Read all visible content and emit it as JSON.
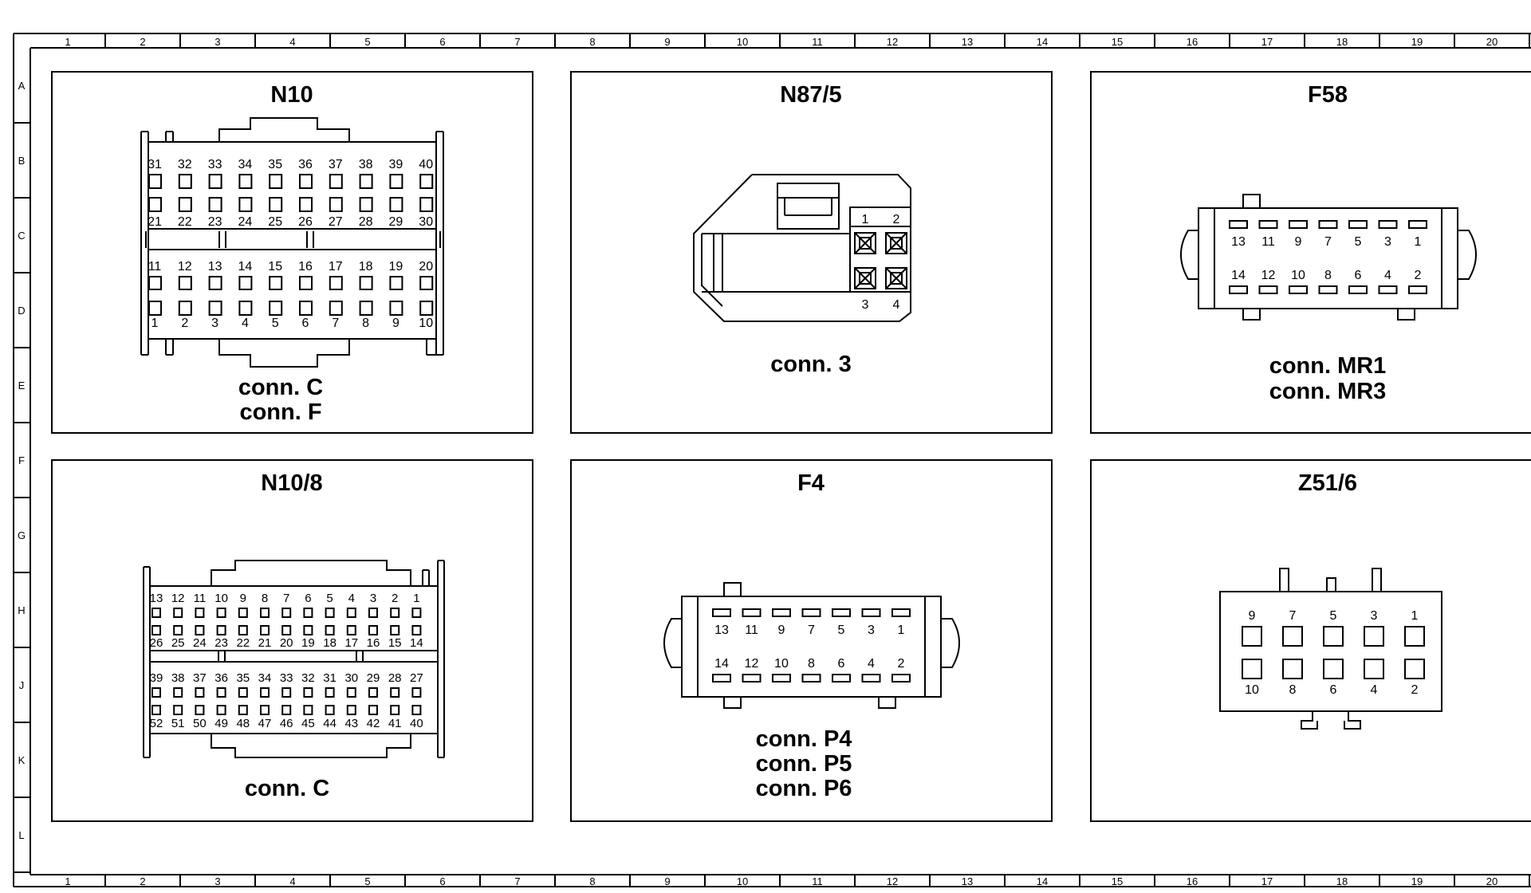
{
  "grid": {
    "columns": [
      "1",
      "2",
      "3",
      "4",
      "5",
      "6",
      "7",
      "8",
      "9",
      "10",
      "11",
      "12",
      "13",
      "14",
      "15",
      "16",
      "17",
      "18",
      "19",
      "20"
    ],
    "rows": [
      "A",
      "B",
      "C",
      "D",
      "E",
      "F",
      "G",
      "H",
      "J",
      "K",
      "L"
    ]
  },
  "panels": [
    {
      "id": "n10",
      "title": "N10",
      "conn_labels": [
        "conn. C",
        "conn. F"
      ]
    },
    {
      "id": "n87_5",
      "title": "N87/5",
      "conn_labels": [
        "conn. 3"
      ]
    },
    {
      "id": "f58",
      "title": "F58",
      "conn_labels": [
        "conn. MR1",
        "conn. MR3"
      ]
    },
    {
      "id": "n10_8",
      "title": "N10/8",
      "conn_labels": [
        "conn. C"
      ]
    },
    {
      "id": "f4",
      "title": "F4",
      "conn_labels": [
        "conn. P4",
        "conn. P5",
        "conn. P6"
      ]
    },
    {
      "id": "z51_6",
      "title": "Z51/6",
      "conn_labels": []
    }
  ],
  "pins": {
    "n10": {
      "row1": [
        "31",
        "32",
        "33",
        "34",
        "35",
        "36",
        "37",
        "38",
        "39",
        "40"
      ],
      "row2": [
        "21",
        "22",
        "23",
        "24",
        "25",
        "26",
        "27",
        "28",
        "29",
        "30"
      ],
      "row3": [
        "11",
        "12",
        "13",
        "14",
        "15",
        "16",
        "17",
        "18",
        "19",
        "20"
      ],
      "row4": [
        "1",
        "2",
        "3",
        "4",
        "5",
        "6",
        "7",
        "8",
        "9",
        "10"
      ]
    },
    "n87_5": {
      "top": [
        "1",
        "2"
      ],
      "bottom": [
        "3",
        "4"
      ]
    },
    "f58": {
      "top": [
        "13",
        "11",
        "9",
        "7",
        "5",
        "3",
        "1"
      ],
      "bottom": [
        "14",
        "12",
        "10",
        "8",
        "6",
        "4",
        "2"
      ]
    },
    "n10_8": {
      "row1": [
        "13",
        "12",
        "11",
        "10",
        "9",
        "8",
        "7",
        "6",
        "5",
        "4",
        "3",
        "2",
        "1"
      ],
      "row2": [
        "26",
        "25",
        "24",
        "23",
        "22",
        "21",
        "20",
        "19",
        "18",
        "17",
        "16",
        "15",
        "14"
      ],
      "row3": [
        "39",
        "38",
        "37",
        "36",
        "35",
        "34",
        "33",
        "32",
        "31",
        "30",
        "29",
        "28",
        "27"
      ],
      "row4": [
        "52",
        "51",
        "50",
        "49",
        "48",
        "47",
        "46",
        "45",
        "44",
        "43",
        "42",
        "41",
        "40"
      ]
    },
    "f4": {
      "top": [
        "13",
        "11",
        "9",
        "7",
        "5",
        "3",
        "1"
      ],
      "bottom": [
        "14",
        "12",
        "10",
        "8",
        "6",
        "4",
        "2"
      ]
    },
    "z51_6": {
      "top": [
        "9",
        "7",
        "5",
        "3",
        "1"
      ],
      "bottom": [
        "10",
        "8",
        "6",
        "4",
        "2"
      ]
    }
  }
}
